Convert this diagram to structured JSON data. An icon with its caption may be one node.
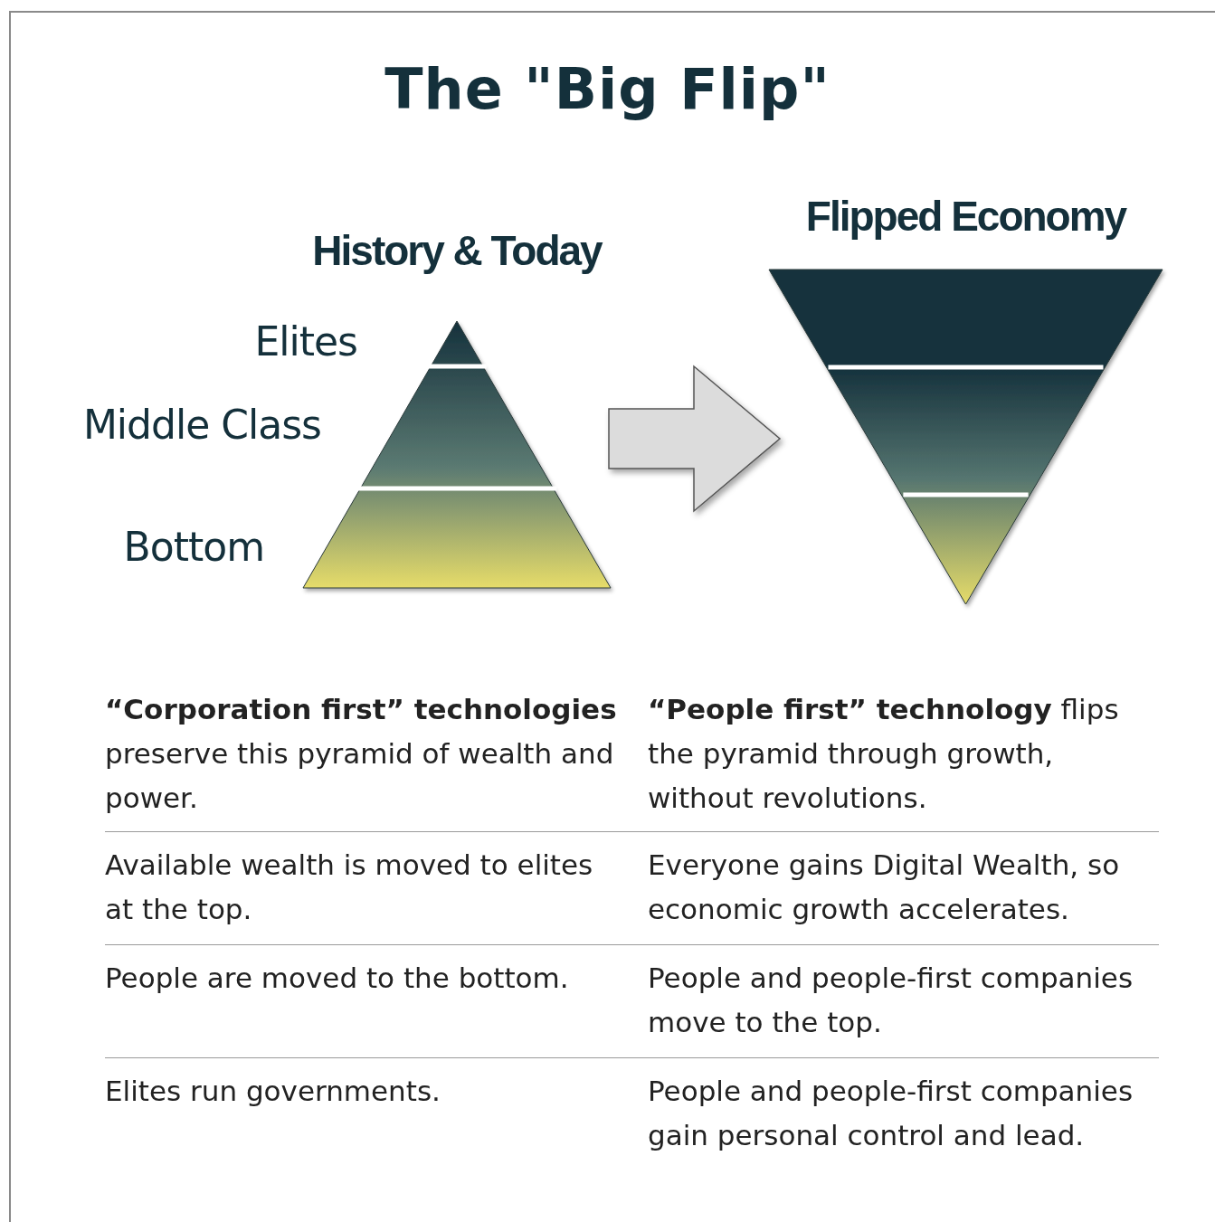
{
  "diagram": {
    "title": "The \"Big Flip\"",
    "nodes": [
      {
        "text": [
          "History & Today"
        ],
        "beside": [
          "Elites",
          "Middle Class",
          "Bottom"
        ]
      },
      {
        "text": [
          "Flipped Economy"
        ]
      }
    ],
    "edges": [
      {
        "from": 0,
        "to": 1,
        "arrow": "to",
        "style": "thick"
      }
    ],
    "labels": [
      "**“Corporation first” technologies** preserve this pyramid of wealth and power.",
      "**“People first” technology** flips the  pyramid through growth, without revolutions.",
      "Available wealth is moved to elites at the top.",
      "Everyone gains Digital Wealth, so economic growth accelerates.",
      "People are moved to the bottom.",
      "People and people-first companies move to the top.",
      "Elites run governments.",
      "People and people-first companies gain personal control and lead."
    ]
  }
}
